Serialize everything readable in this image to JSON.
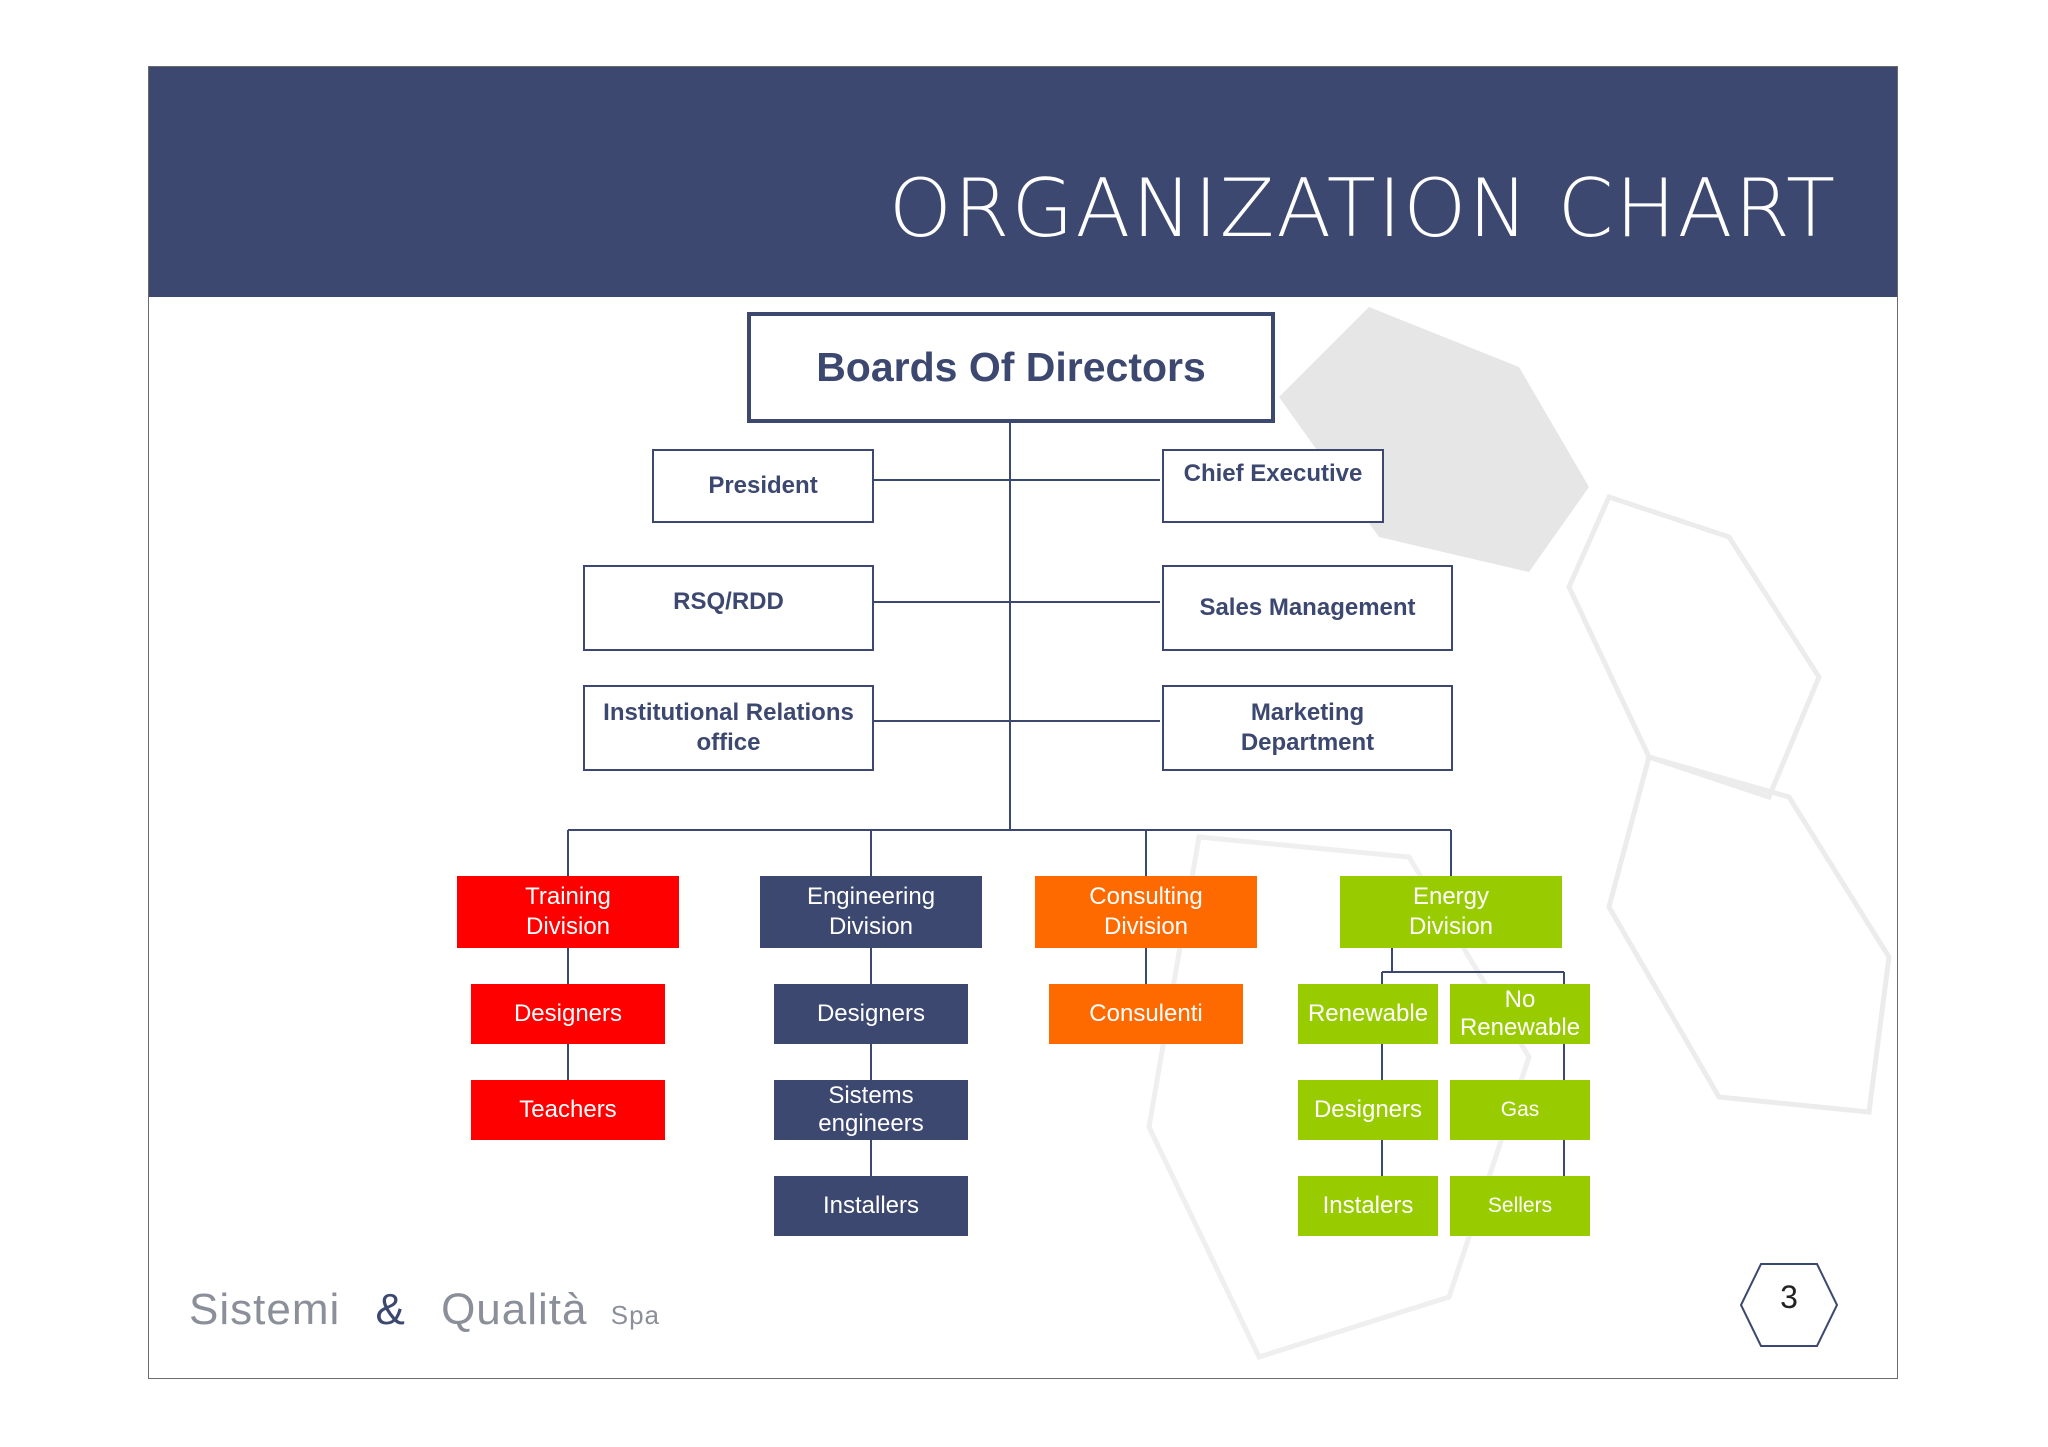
{
  "header": {
    "title": "ORGANIZATION CHART"
  },
  "board": {
    "label": "Boards Of Directors"
  },
  "staff_left": [
    "President",
    "RSQ/RDD",
    "Institutional Relations office"
  ],
  "staff_right": [
    "Chief Executive",
    "Sales Management",
    "Marketing Department"
  ],
  "divisions": {
    "training": {
      "label": "Training Division",
      "color": "#ff0000",
      "items": [
        "Designers",
        "Teachers"
      ]
    },
    "engineering": {
      "label": "Engineering Division",
      "color": "#3c4870",
      "items": [
        "Designers",
        "Sistems engineers",
        "Installers"
      ]
    },
    "consulting": {
      "label": "Consulting Division",
      "color": "#ff6a00",
      "items": [
        "Consulenti"
      ]
    },
    "energy": {
      "label": "Energy Division",
      "color": "#99cc00",
      "renewable": {
        "label": "Renewable",
        "items": [
          "Designers",
          "Instalers"
        ]
      },
      "no_renewable": {
        "label": "No Renewable",
        "items": [
          "Gas",
          "Sellers"
        ]
      }
    }
  },
  "footer": {
    "logo_left": "Sistemi",
    "logo_amp": "&",
    "logo_right": "Qualità",
    "logo_suffix": "Spa",
    "page_number": "3"
  }
}
